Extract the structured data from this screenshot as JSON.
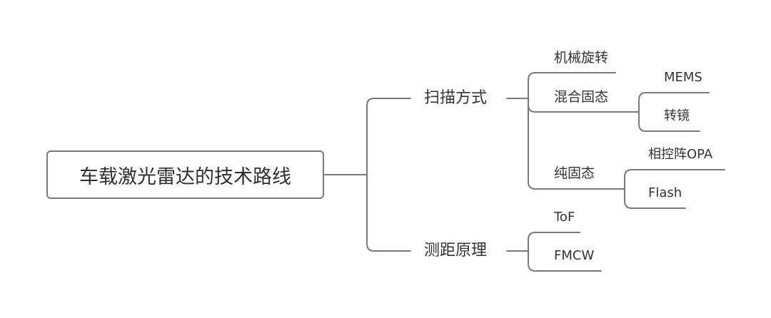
{
  "root": {
    "label": "车载激光雷达的技术路线"
  },
  "branches": {
    "scan": {
      "label": "扫描方式",
      "children": {
        "mechanical": {
          "label": "机械旋转"
        },
        "hybrid": {
          "label": "混合固态",
          "children": {
            "mems": {
              "label": "MEMS"
            },
            "mirror": {
              "label": "转镜"
            }
          }
        },
        "solid": {
          "label": "纯固态",
          "children": {
            "opa": {
              "label": "相控阵OPA"
            },
            "flash": {
              "label": "Flash"
            }
          }
        }
      }
    },
    "ranging": {
      "label": "测距原理",
      "children": {
        "tof": {
          "label": "ToF"
        },
        "fmcw": {
          "label": "FMCW"
        }
      }
    }
  },
  "colors": {
    "line": "#7a7a7a",
    "text": "#333333"
  }
}
